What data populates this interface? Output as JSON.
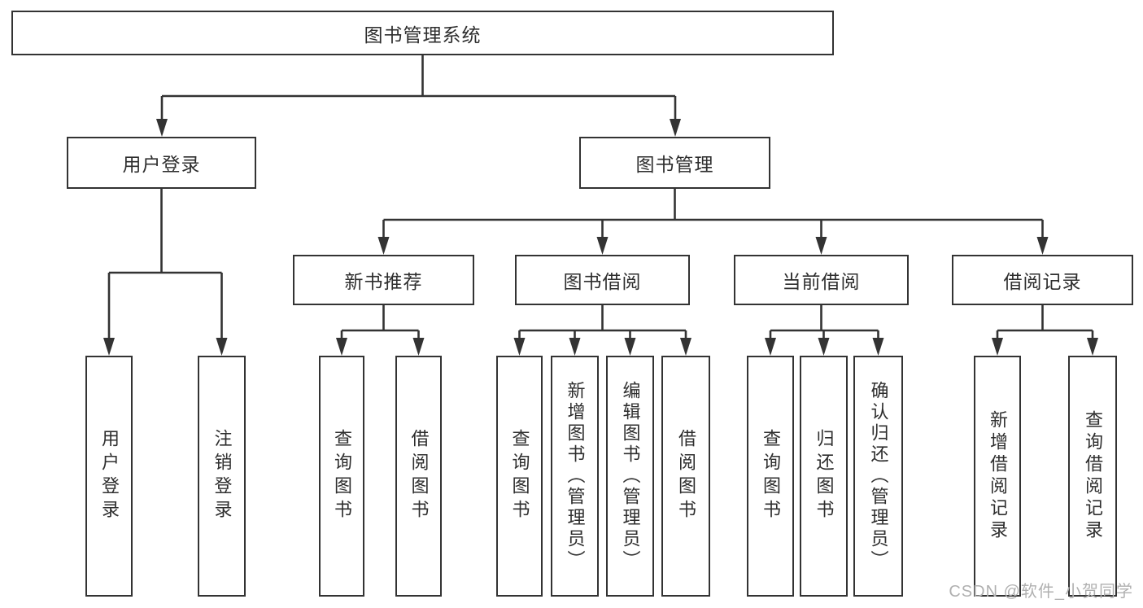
{
  "diagram": {
    "root": {
      "label": "图书管理系统"
    },
    "branches": [
      {
        "label": "用户登录",
        "children": [
          {
            "label": "用户登录"
          },
          {
            "label": "注销登录"
          }
        ]
      },
      {
        "label": "图书管理",
        "children": [
          {
            "label": "新书推荐",
            "children": [
              {
                "label": "查询图书"
              },
              {
                "label": "借阅图书"
              }
            ]
          },
          {
            "label": "图书借阅",
            "children": [
              {
                "label": "查询图书"
              },
              {
                "label": "新增图书（管理员）"
              },
              {
                "label": "编辑图书（管理员）"
              },
              {
                "label": "借阅图书"
              }
            ]
          },
          {
            "label": "当前借阅",
            "children": [
              {
                "label": "查询图书"
              },
              {
                "label": "归还图书"
              },
              {
                "label": "确认归还（管理员）"
              }
            ]
          },
          {
            "label": "借阅记录",
            "children": [
              {
                "label": "新增借阅记录"
              },
              {
                "label": "查询借阅记录"
              }
            ]
          }
        ]
      }
    ]
  },
  "watermark": "CSDN @软件_小贺同学",
  "colors": {
    "line": "#333333",
    "box_bg": "#ffffff",
    "text": "#2e2e2e",
    "watermark": "#b0b0b0"
  }
}
